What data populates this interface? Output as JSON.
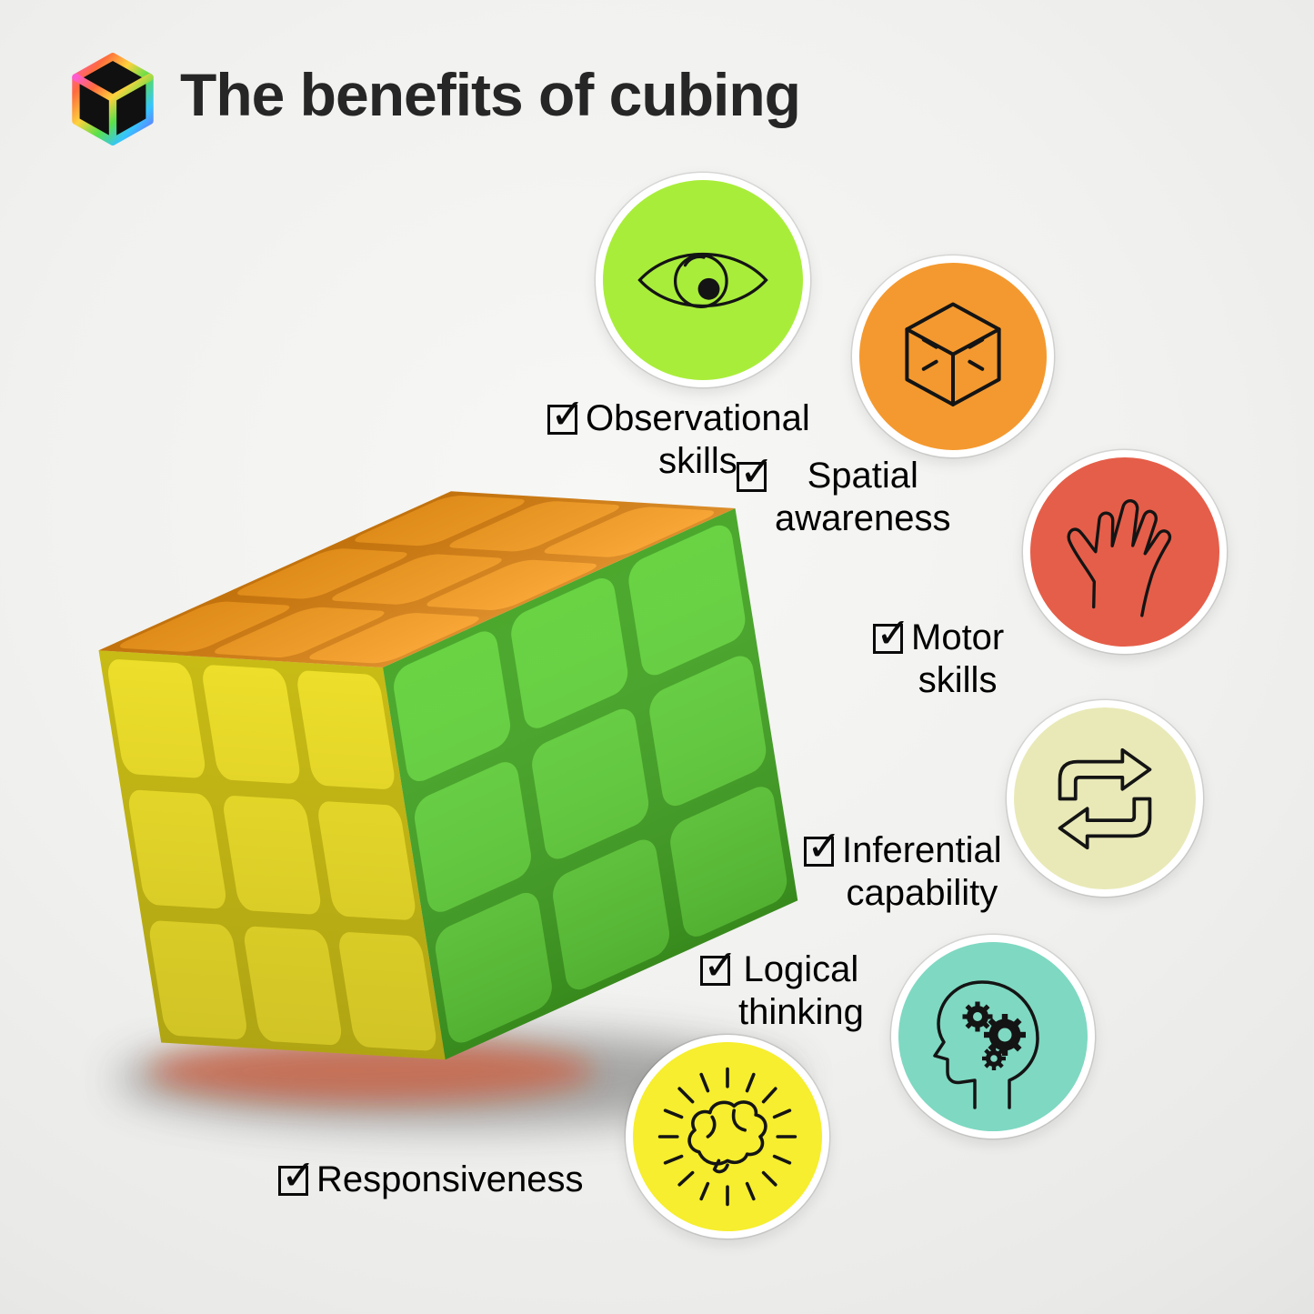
{
  "header": {
    "title": "The benefits of cubing",
    "logo_icon": "rainbow-cube-logo"
  },
  "benefits": [
    {
      "label_line1": "Observational",
      "label_line2": "skills",
      "circle_color": "#a9ed3b",
      "icon": "eye-icon"
    },
    {
      "label_line1": "Spatial",
      "label_line2": "awareness",
      "circle_color": "#f4992f",
      "icon": "wireframe-cube-icon"
    },
    {
      "label_line1": "Motor",
      "label_line2": "skills",
      "circle_color": "#e55e49",
      "icon": "hand-icon"
    },
    {
      "label_line1": "Inferential",
      "label_line2": "capability",
      "circle_color": "#e9e9b8",
      "icon": "cycle-arrows-icon"
    },
    {
      "label_line1": "Logical",
      "label_line2": "thinking",
      "circle_color": "#7fd8c2",
      "icon": "head-gears-icon"
    },
    {
      "label_line1": "Responsiveness",
      "label_line2": "",
      "circle_color": "#f6ee2e",
      "icon": "brain-rays-icon"
    }
  ],
  "cube": {
    "top_color": "#f79b1c",
    "top_gap": "#d87f0e",
    "left_color": "#f2e32b",
    "left_gap": "#ccbf16",
    "right_color": "#61d13a",
    "right_gap": "#42a422",
    "shadow_glow": "#e23d0e"
  }
}
